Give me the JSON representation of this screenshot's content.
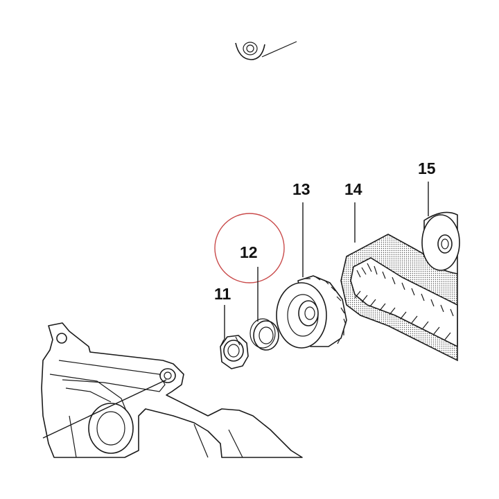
{
  "diagram": {
    "callouts": [
      {
        "id": "11",
        "label": "11"
      },
      {
        "id": "12",
        "label": "12",
        "highlighted": true
      },
      {
        "id": "13",
        "label": "13"
      },
      {
        "id": "14",
        "label": "14"
      },
      {
        "id": "15",
        "label": "15"
      }
    ],
    "colors": {
      "line": "#1a1a1a",
      "highlight_ring": "#c94a4a",
      "belt_fill": "#d9d9d9",
      "background": "#ffffff"
    }
  }
}
